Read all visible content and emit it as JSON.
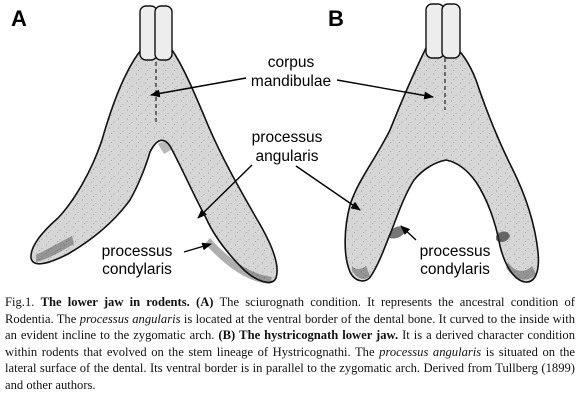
{
  "figure": {
    "panel_a": "A",
    "panel_b": "B",
    "labels": {
      "corpus_line1": "corpus",
      "corpus_line2": "mandibulae",
      "angularis_line1": "processus",
      "angularis_line2": "angularis",
      "condylaris_a_line1": "processus",
      "condylaris_a_line2": "condylaris",
      "condylaris_b_line1": "processus",
      "condylaris_b_line2": "condylaris"
    }
  },
  "caption": {
    "fig_num": "Fig.1.",
    "title": "The lower jaw in rodents.",
    "a_marker": "(A)",
    "t1": "The sciurognath condition. It represents the ancestral condition of Rodentia. The",
    "term1": "processus angularis",
    "t2": "is located at the ventral border of the dental bone. It curved to the inside with an evident incline to the zygomatic arch.",
    "b_marker": "(B)",
    "b_title": "The hystricognath lower jaw.",
    "t3": "It is a derived character condition within rodents that evolved on the stem lineage of Hystricognathi. The",
    "term2": "processus angularis",
    "t4": "is situated on the lateral surface of the dental. Its ventral border is in parallel to the zygomatic arch. Derived from Tullberg (1899) and other authors."
  }
}
